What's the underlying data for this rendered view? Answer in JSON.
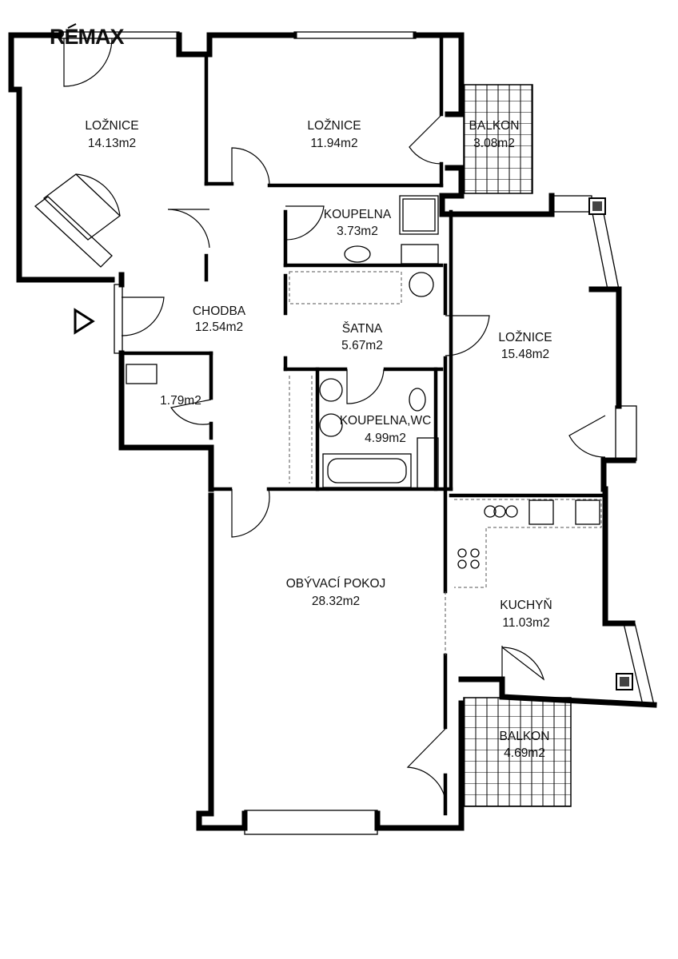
{
  "brand": {
    "logo_text": "REMAX"
  },
  "rooms": [
    {
      "name": "LOŽNICE",
      "area": "14.13m2"
    },
    {
      "name": "LOŽNICE",
      "area": "11.94m2"
    },
    {
      "name": "BALKON",
      "area": "3.08m2"
    },
    {
      "name": "KOUPELNA",
      "area": "3.73m2"
    },
    {
      "name": "CHODBA",
      "area": "12.54m2"
    },
    {
      "name": "ŠATNA",
      "area": "5.67m2"
    },
    {
      "name": "LOŽNICE",
      "area": "15.48m2"
    },
    {
      "name": "",
      "area": "1.79m2"
    },
    {
      "name": "KOUPELNA,WC",
      "area": "4.99m2"
    },
    {
      "name": "OBÝVACÍ POKOJ",
      "area": "28.32m2"
    },
    {
      "name": "KUCHYŇ",
      "area": "11.03m2"
    },
    {
      "name": "BALKON",
      "area": "4.69m2"
    }
  ],
  "entrance_marker": "entrance-triangle"
}
